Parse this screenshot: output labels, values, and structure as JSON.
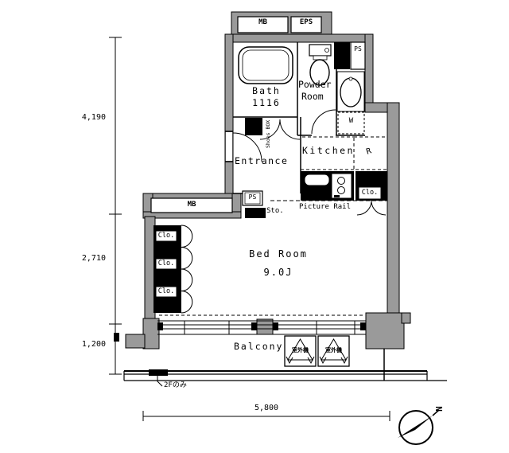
{
  "plan": {
    "rooms": {
      "bath": {
        "label": "Bath",
        "size": "1116"
      },
      "powder": {
        "label_line1": "Powder",
        "label_line2": "Room"
      },
      "entrance": {
        "label": "Entrance"
      },
      "kitchen": {
        "label": "Kitchen"
      },
      "bedroom": {
        "label": "Bed Room",
        "size": "9.0J"
      },
      "balcony": {
        "label": "Balcony"
      }
    },
    "fixtures": {
      "mb_top": "MB",
      "eps": "EPS",
      "ps_upper": "PS",
      "ps_lower": "PS",
      "shoes_box": "Shoes BOX",
      "washer": "W",
      "fridge": "R",
      "storage": "Sto.",
      "mb_left": "MB",
      "picture_rail": "Picture Rail",
      "closet_kitchen": "Clo.",
      "closet_1": "Clo.",
      "closet_2": "Clo.",
      "closet_3": "Clo.",
      "balcony_unit_1": "室外機",
      "balcony_unit_2": "室外機",
      "note_2f_only": "2Fのみ"
    },
    "dimensions": {
      "left_upper": "4,190",
      "left_middle": "2,710",
      "left_lower": "1,200",
      "bottom_width": "5,800"
    },
    "compass": {
      "north_label": "N"
    },
    "colors": {
      "wall_fill": "#9a9a9a",
      "line": "#000000",
      "background": "#ffffff"
    }
  }
}
